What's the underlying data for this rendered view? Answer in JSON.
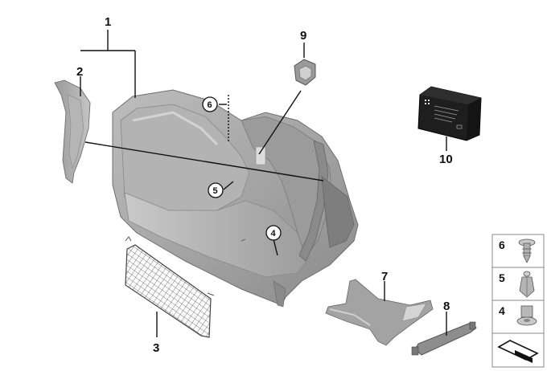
{
  "callouts": {
    "c1": "1",
    "c2": "2",
    "c3": "3",
    "c4": "4",
    "c5": "5",
    "c6": "6",
    "c7": "7",
    "c8": "8",
    "c9": "9",
    "c10": "10"
  },
  "legend": {
    "items": [
      {
        "number": "6",
        "icon": "push-clip-icon"
      },
      {
        "number": "5",
        "icon": "expanding-rivet-icon"
      },
      {
        "number": "4",
        "icon": "expanding-nut-icon"
      },
      {
        "number": "",
        "icon": "trunk-trim-symbol-icon"
      }
    ]
  },
  "colors": {
    "line": "#111111",
    "trim_dark": "#8c8c8c",
    "trim_mid": "#a9a9a9",
    "trim_light": "#c8c8c8",
    "kit_black": "#1e1e1e"
  }
}
